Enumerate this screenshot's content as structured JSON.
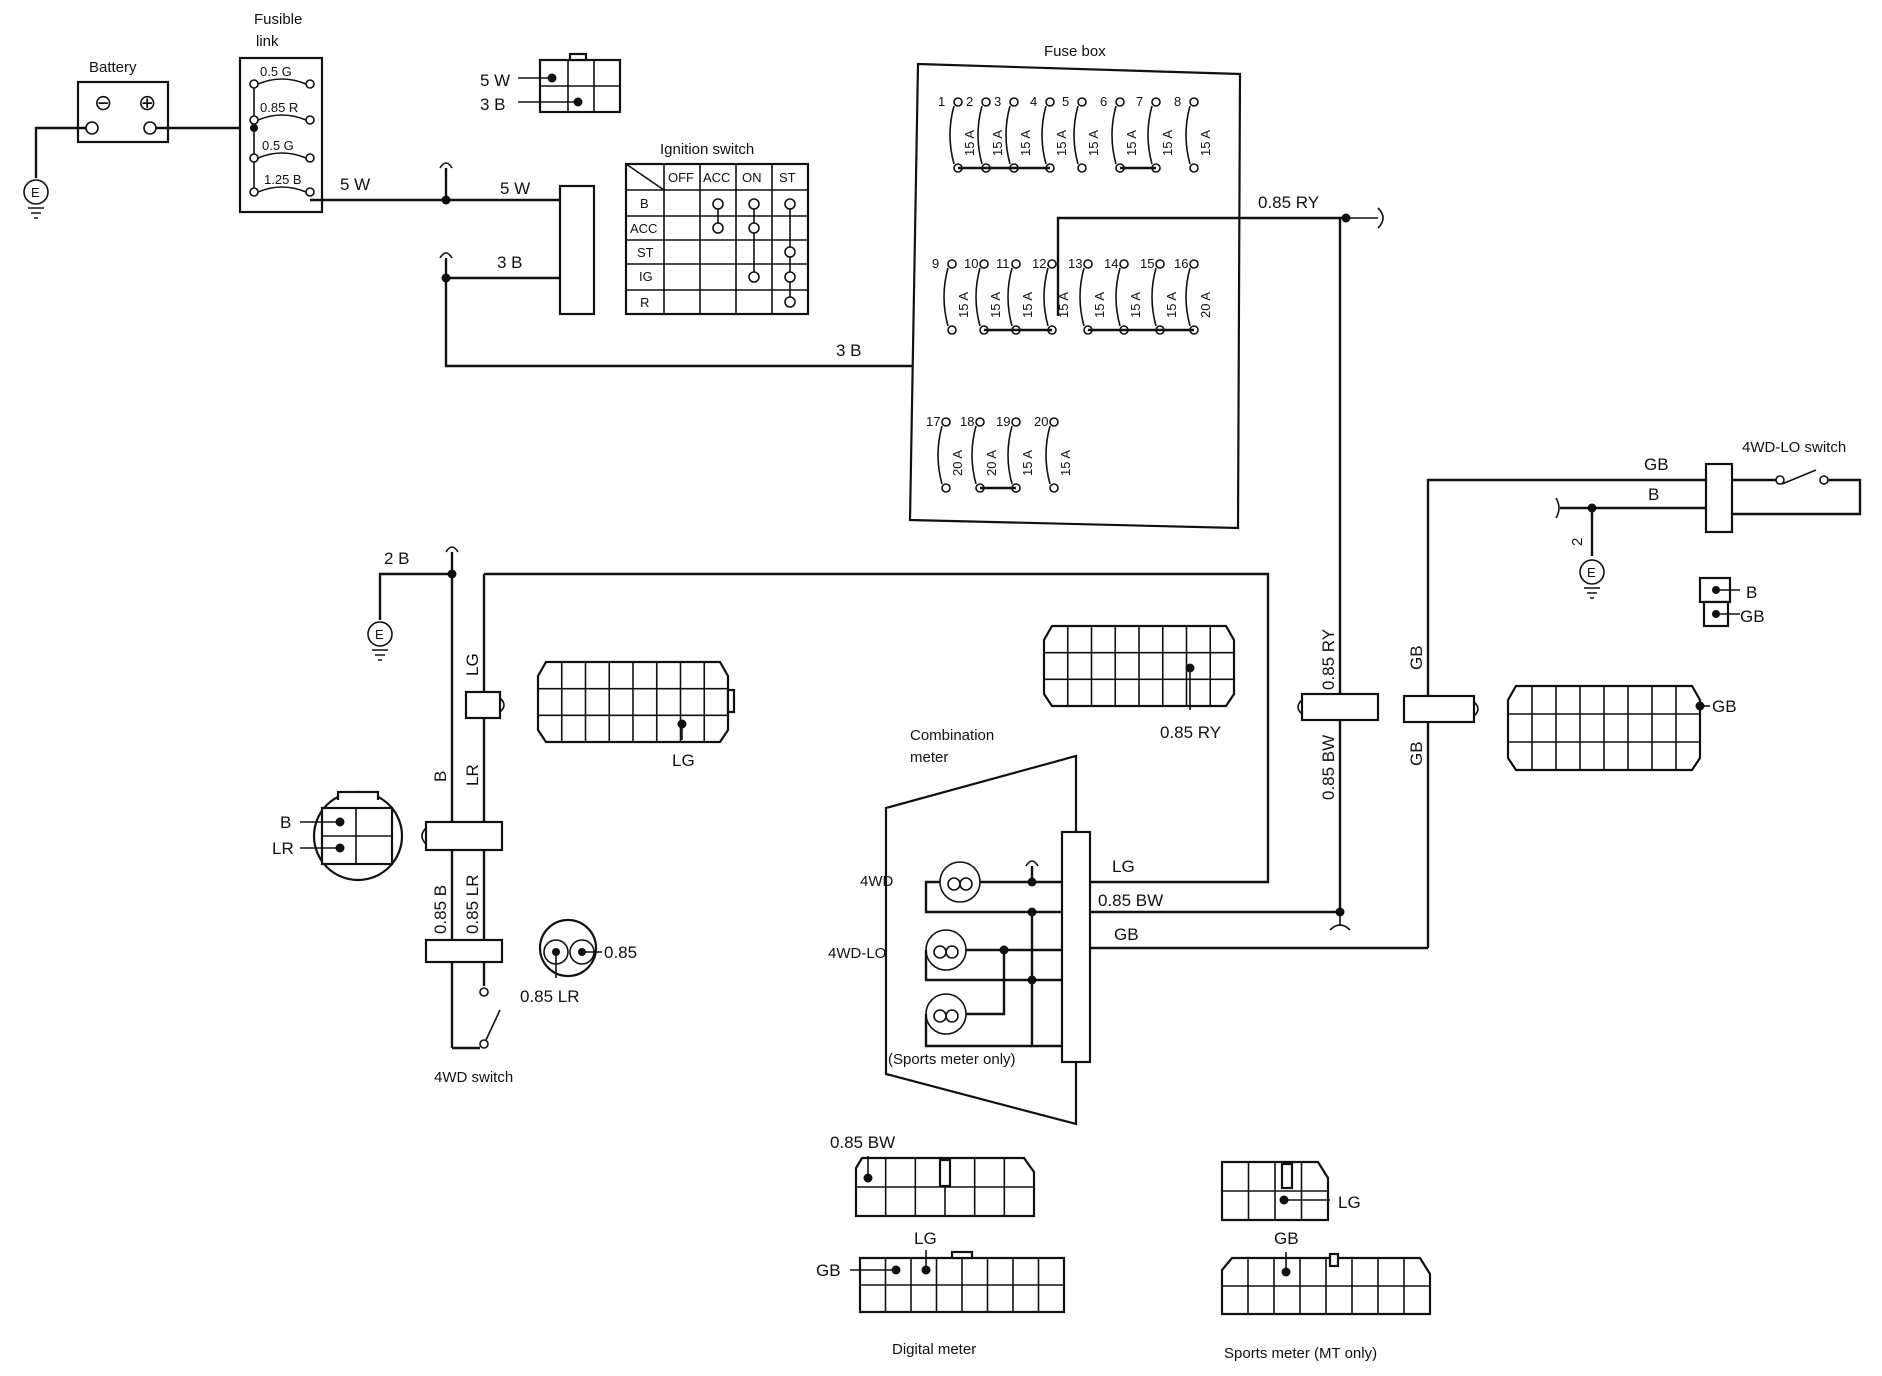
{
  "battery": {
    "label": "Battery",
    "minus": "⊖",
    "plus": "⊕"
  },
  "ground_symbol": "E",
  "fusible_link": {
    "title_line1": "Fusible",
    "title_line2": "link",
    "links": [
      "0.5 G",
      "0.85 R",
      "0.5 G",
      "1.25 B"
    ]
  },
  "connector_top": {
    "w_label": "5 W",
    "b_label": "3 B"
  },
  "wires": {
    "w5_left": "5 W",
    "w5_right": "5 W",
    "b3_ign": "3 B",
    "b3_fuse": "3 B",
    "ry_top": "0.85 RY",
    "ry_vertical": "0.85 RY",
    "bw_vertical": "0.85 BW",
    "gb_vertical_top": "GB",
    "gb_vertical_bottom": "GB",
    "b2_ground": "2 B",
    "lg_vertical": "LG",
    "lr_vertical_top": "LR",
    "b_vertical_top": "B",
    "b085_vertical": "0.85 B",
    "lr085_vertical": "0.85 LR",
    "meter_lg": "LG",
    "meter_bw": "0.85 BW",
    "meter_gb": "GB",
    "lo_gb": "GB",
    "lo_b": "B",
    "lo_ground": "2"
  },
  "ignition_switch": {
    "title": "Ignition switch",
    "columns": [
      "OFF",
      "ACC",
      "ON",
      "ST"
    ],
    "rows": [
      "B",
      "ACC",
      "ST",
      "IG",
      "R"
    ]
  },
  "fuse_box": {
    "title": "Fuse box",
    "fuses": [
      {
        "num": "1",
        "rating": "15 A"
      },
      {
        "num": "2",
        "rating": "15 A"
      },
      {
        "num": "3",
        "rating": "15 A"
      },
      {
        "num": "4",
        "rating": "15 A"
      },
      {
        "num": "5",
        "rating": "15 A"
      },
      {
        "num": "6",
        "rating": "15 A"
      },
      {
        "num": "7",
        "rating": "15 A"
      },
      {
        "num": "8",
        "rating": "15 A"
      },
      {
        "num": "9",
        "rating": "15 A"
      },
      {
        "num": "10",
        "rating": "15 A"
      },
      {
        "num": "11",
        "rating": "15 A"
      },
      {
        "num": "12",
        "rating": "15 A"
      },
      {
        "num": "13",
        "rating": "15 A"
      },
      {
        "num": "14",
        "rating": "15 A"
      },
      {
        "num": "15",
        "rating": "15 A"
      },
      {
        "num": "16",
        "rating": "20 A"
      },
      {
        "num": "17",
        "rating": "20 A"
      },
      {
        "num": "18",
        "rating": "20 A"
      },
      {
        "num": "19",
        "rating": "15 A"
      },
      {
        "num": "20",
        "rating": "15 A"
      }
    ]
  },
  "wd4_switch": {
    "title": "4WD switch",
    "conn_b": "B",
    "conn_lr": "LR",
    "conn_085": "0.85",
    "conn_085lr": "0.85 LR",
    "conn_lg": "LG"
  },
  "lo_switch": {
    "title": "4WD-LO switch",
    "conn_b": "B",
    "conn_gb": "GB",
    "conn_gb_right": "GB"
  },
  "ry_connector": {
    "label": "0.85 RY"
  },
  "combination_meter": {
    "title_line1": "Combination",
    "title_line2": "meter",
    "lamp_4wd": "4WD",
    "lamp_4wdlo": "4WD-LO",
    "sports_note": "(Sports meter only)"
  },
  "digital_meter": {
    "title": "Digital meter",
    "bw": "0.85 BW",
    "lg": "LG",
    "gb": "GB"
  },
  "sports_meter": {
    "title": "Sports meter (MT only)",
    "lg": "LG",
    "gb": "GB"
  }
}
